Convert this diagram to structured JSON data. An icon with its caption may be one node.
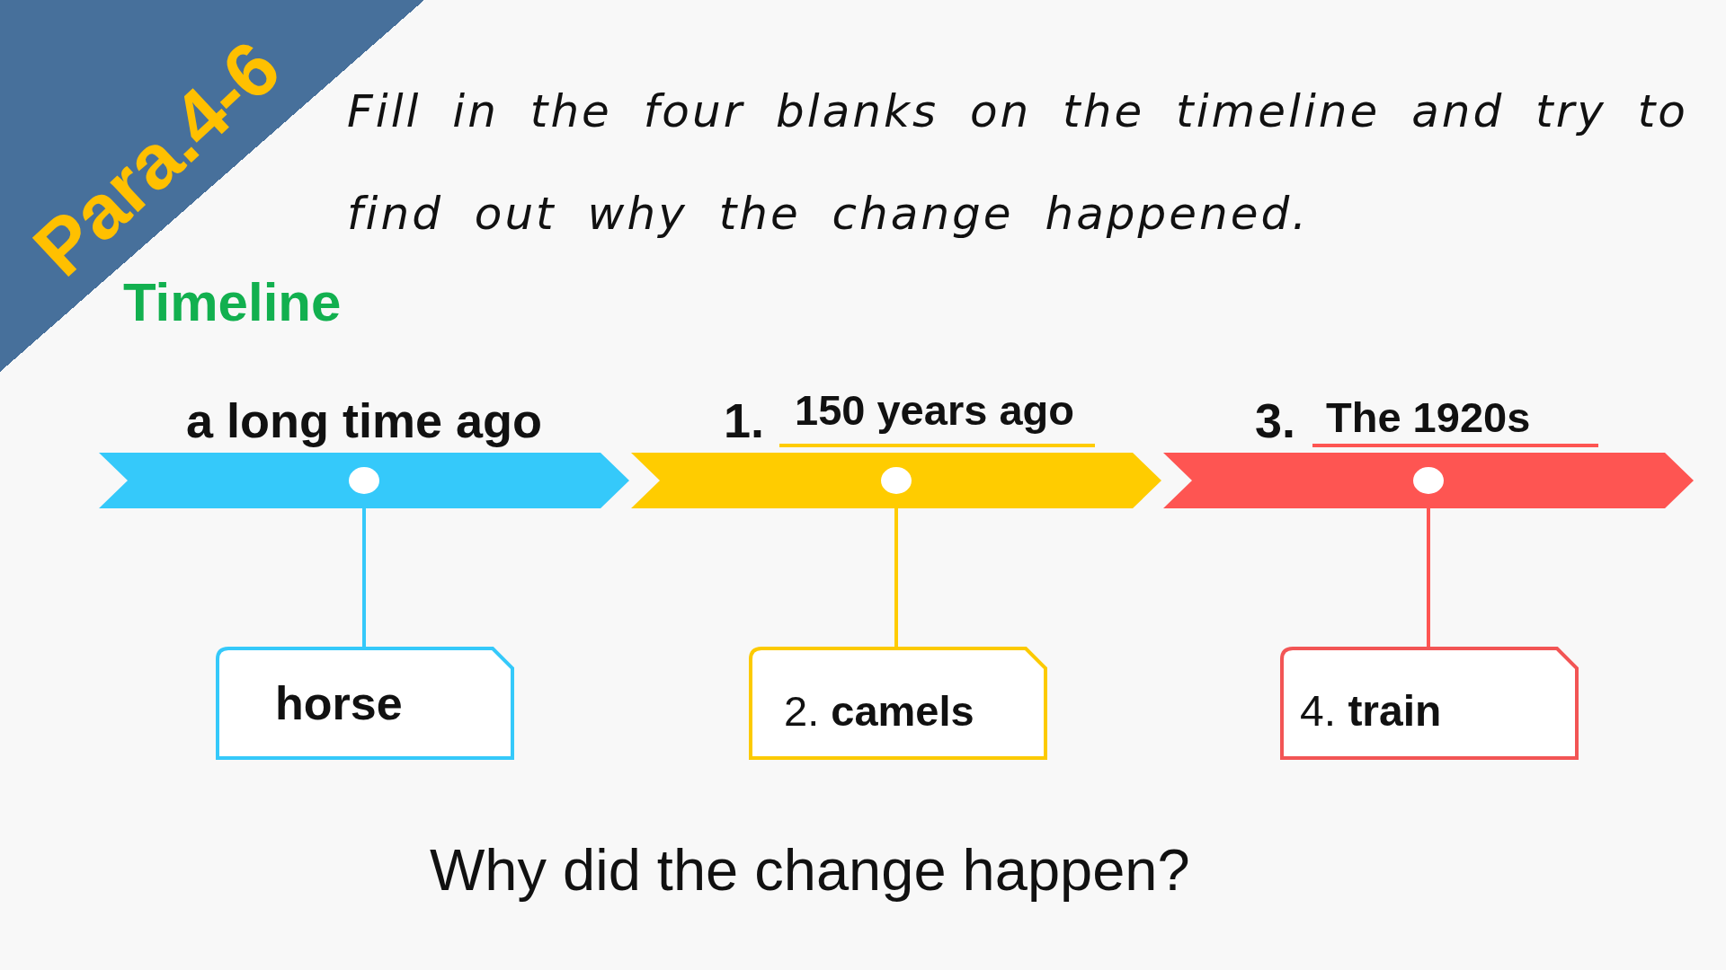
{
  "diagram": {
    "title": "Fill in the four blanks on the timeline and try to find out why the change happened.",
    "nodes": [
      {
        "text": [
          "a long time ago"
        ]
      },
      {
        "text": [],
        "shape": "circle",
        "in": 0
      },
      {
        "text": [
          "1.",
          "150 years ago"
        ]
      },
      {
        "text": [],
        "shape": "circle",
        "in": 2
      },
      {
        "text": [
          "3.",
          "The 1920s"
        ]
      },
      {
        "text": [],
        "shape": "circle",
        "in": 4
      },
      {
        "text": [
          "horse"
        ]
      },
      {
        "text": [
          "2. **camels**"
        ]
      },
      {
        "text": [
          "4. **train**"
        ]
      }
    ],
    "edges": [
      {
        "from": 1,
        "to": 6,
        "arrow": "none",
        "color": "#35c9fa"
      },
      {
        "from": 3,
        "to": 7,
        "arrow": "none",
        "color": "#ffcc00"
      },
      {
        "from": 5,
        "to": 8,
        "arrow": "none",
        "color": "#fe5552"
      }
    ],
    "labels": [
      "Para.4-6",
      "Timeline",
      "Why did the change happen?"
    ]
  }
}
